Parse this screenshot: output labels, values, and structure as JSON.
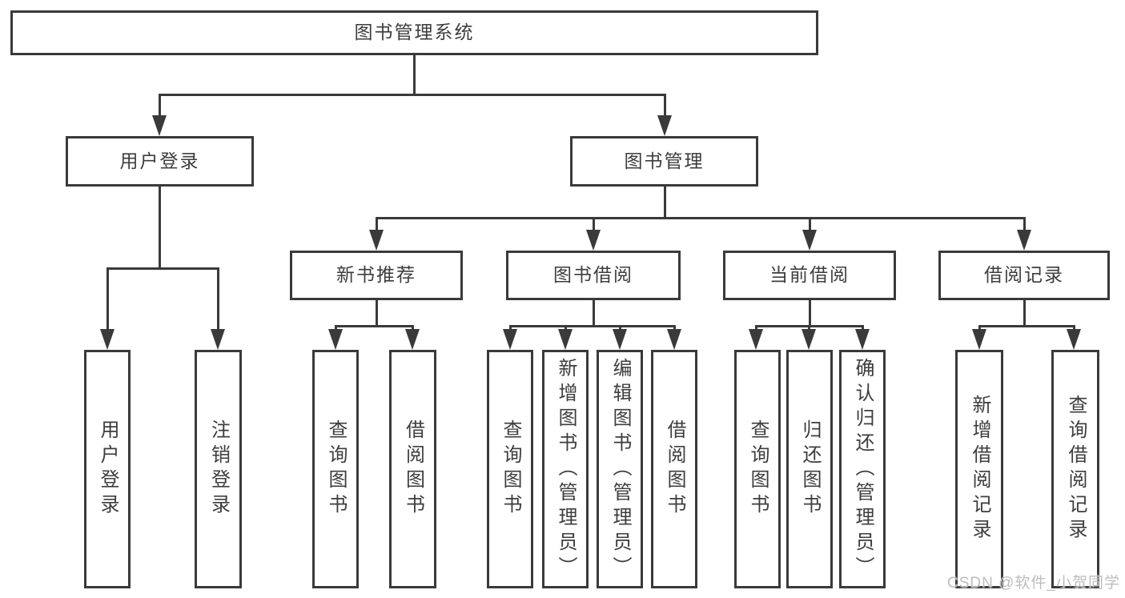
{
  "diagram": {
    "title": "图书管理系统",
    "user_login": {
      "label": "用户登录",
      "children": {
        "login": "用户登录",
        "logout": "注销登录"
      }
    },
    "book_management": {
      "label": "图书管理",
      "new_books": {
        "label": "新书推荐",
        "children": {
          "query": "查询图书",
          "borrow": "借阅图书"
        }
      },
      "borrowing": {
        "label": "图书借阅",
        "children": {
          "query": "查询图书",
          "add": "新增图书（管理员）",
          "edit": "编辑图书（管理员）",
          "borrow": "借阅图书"
        }
      },
      "current": {
        "label": "当前借阅",
        "children": {
          "query": "查询图书",
          "return": "归还图书",
          "confirm": "确认归还（管理员）"
        }
      },
      "records": {
        "label": "借阅记录",
        "children": {
          "add": "新增借阅记录",
          "query": "查询借阅记录"
        }
      }
    }
  },
  "watermark": "CSDN @软件_小贺同学"
}
